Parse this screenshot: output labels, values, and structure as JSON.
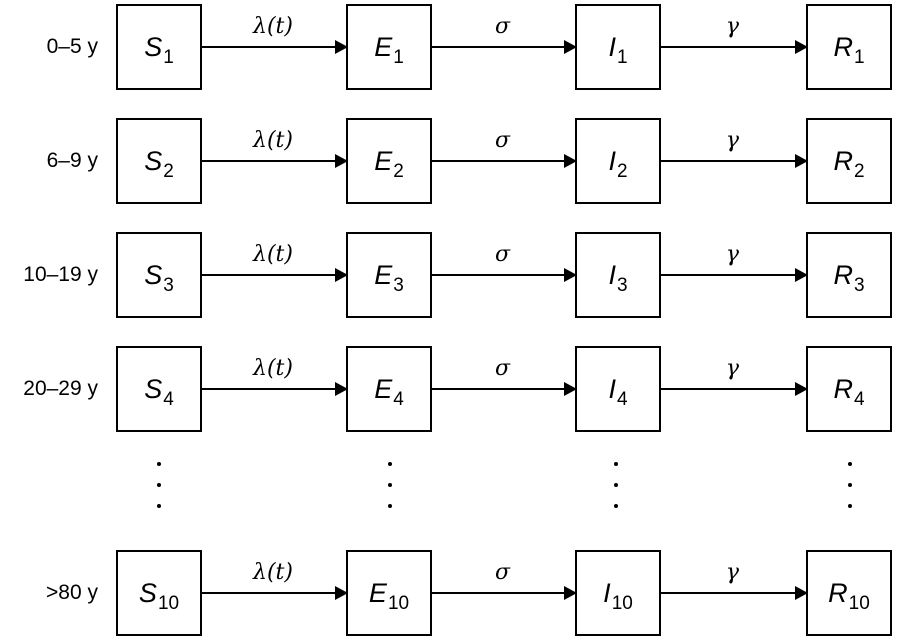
{
  "rates": {
    "infection": "λ(t)",
    "incubation": "σ",
    "recovery": "γ"
  },
  "compartments": [
    "S",
    "E",
    "I",
    "R"
  ],
  "rows": [
    {
      "age": "0–5 y",
      "index": "1"
    },
    {
      "age": "6–9 y",
      "index": "2"
    },
    {
      "age": "10–19 y",
      "index": "3"
    },
    {
      "age": "20–29 y",
      "index": "4"
    },
    {
      "age": ">80 y",
      "index": "10"
    }
  ],
  "continuation": "⋮"
}
